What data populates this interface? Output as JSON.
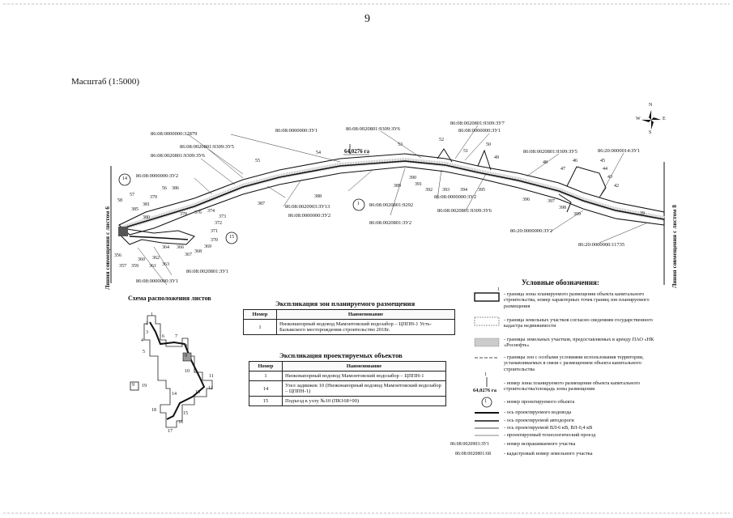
{
  "page_number": "9",
  "scale_label": "Масштаб (1:5000)",
  "compass": {
    "n": "N",
    "s": "S",
    "w": "W",
    "e": "E"
  },
  "sheet_left": "Линия совмещения с листом 6",
  "sheet_right": "Линия совмещения с листом 8",
  "parcel_labels": {
    "p1": "86:08:0000000:32879",
    "p2": "86:08:0020801:9309:ЗУ5",
    "p3": "86:08:0020801:9309:ЗУ6",
    "p4": "86:08:0000000:ЗУ2",
    "p5": "86:08:0000000:ЗУ1",
    "p6": "86:08:0020801:9309:ЗУ6",
    "p7": "86:08:0020801:9309:ЗУ7",
    "p8": "86:08:0000000:ЗУ1",
    "p9": "86:08:0020801:9309:ЗУ5",
    "p10": "86:20:0000014:ЗУ1",
    "p11": "86:08:0020903:ЗУ13",
    "p12": "86:08:0000000:ЗУ2",
    "p13": "86:08:0020801:9292",
    "p14": "86:08:0000000:ЗУ2",
    "p15": "86:08:0020801:9309:ЗУ6",
    "p16": "86:08:0020801:ЗУ2",
    "p17": "86:20:0000000:ЗУ2",
    "p18": "86:20:0000000:11735",
    "p19": "86:08:0020801:ЗУ1",
    "p20": "86:08:0000000:ЗУ1"
  },
  "point_numbers": [
    "53",
    "54",
    "55",
    "52",
    "51",
    "50",
    "49",
    "48",
    "47",
    "46",
    "45",
    "44",
    "43",
    "42",
    "39",
    "56",
    "57",
    "58",
    "385",
    "386",
    "381",
    "379",
    "380",
    "378",
    "376",
    "374",
    "373",
    "372",
    "371",
    "370",
    "369",
    "368",
    "367",
    "366",
    "364",
    "362",
    "361",
    "360",
    "359",
    "357",
    "356",
    "363",
    "387",
    "388",
    "389",
    "390",
    "391",
    "392",
    "393",
    "394",
    "395",
    "396",
    "397",
    "398",
    "399"
  ],
  "area_label": "64,0276 га",
  "object_markers": {
    "m1": "1",
    "m14": "14",
    "m15": "15"
  },
  "scheme": {
    "title": "Схема расположения листов",
    "sheets": [
      "1",
      "2",
      "3",
      "4",
      "5",
      "6",
      "7",
      "8",
      "9",
      "10",
      "11",
      "12",
      "13",
      "14",
      "15",
      "16",
      "17",
      "18",
      "19"
    ],
    "current": "9"
  },
  "zones_table": {
    "title": "Экспликация зон планируемого размещения",
    "headers": [
      "Номер",
      "Наименование"
    ],
    "rows": [
      [
        "1",
        "Низконапорный водовод Мамонтовский водозабор – ЦППН-1 Усть-Балыкского месторождения строительство 2018г."
      ]
    ]
  },
  "objects_table": {
    "title": "Экспликация проектируемых объектов",
    "headers": [
      "Номер",
      "Наименование"
    ],
    "rows": [
      [
        "1",
        "Низконапорный водовод Мамонтовский водозабор – ЦППН-1"
      ],
      [
        "14",
        "Узел задвижек 10 (Низконапорный водовод Мамонтовский водозабор – ЦППН-1)"
      ],
      [
        "15",
        "Подъезд к узлу №10 (ПК168+00)"
      ]
    ]
  },
  "legend": {
    "title": "Условные обозначения:",
    "items": [
      "- граница зоны планируемого размещения объекта капитального строительства, номер характерных точек границ зон планируемого размещения",
      "- граница земельных участков согласно сведениям государственного кадастра недвижимости",
      "- границы земельных участков, предоставляемых в аренду ПАО «НК «Роснефть»",
      "- границы зон с особыми условиями использования территории, устанавливаемых в связи с размещением объекта капитального строительства",
      "- номер зоны планируемого размещения объекта капитального строительства/площадь зоны размещения",
      "- номер проектируемого объекта",
      "- ось проектируемого водовода",
      "- ось проектируемой автодороги",
      "- ось проектируемой ВЛ-6 кВ, ВЛ-0,4 кВ",
      "- проектируемый технологический проезд",
      "- номер испрашиваемого участка",
      "- кадастровый номер земельного участка"
    ],
    "sym_one": "1",
    "sym_area_num": "1",
    "sym_area": "64,0276 га",
    "sym_obj": "1",
    "sym_req": "86:08:0020903:ЗУ1",
    "sym_cad": "86:08:0020801:68"
  }
}
